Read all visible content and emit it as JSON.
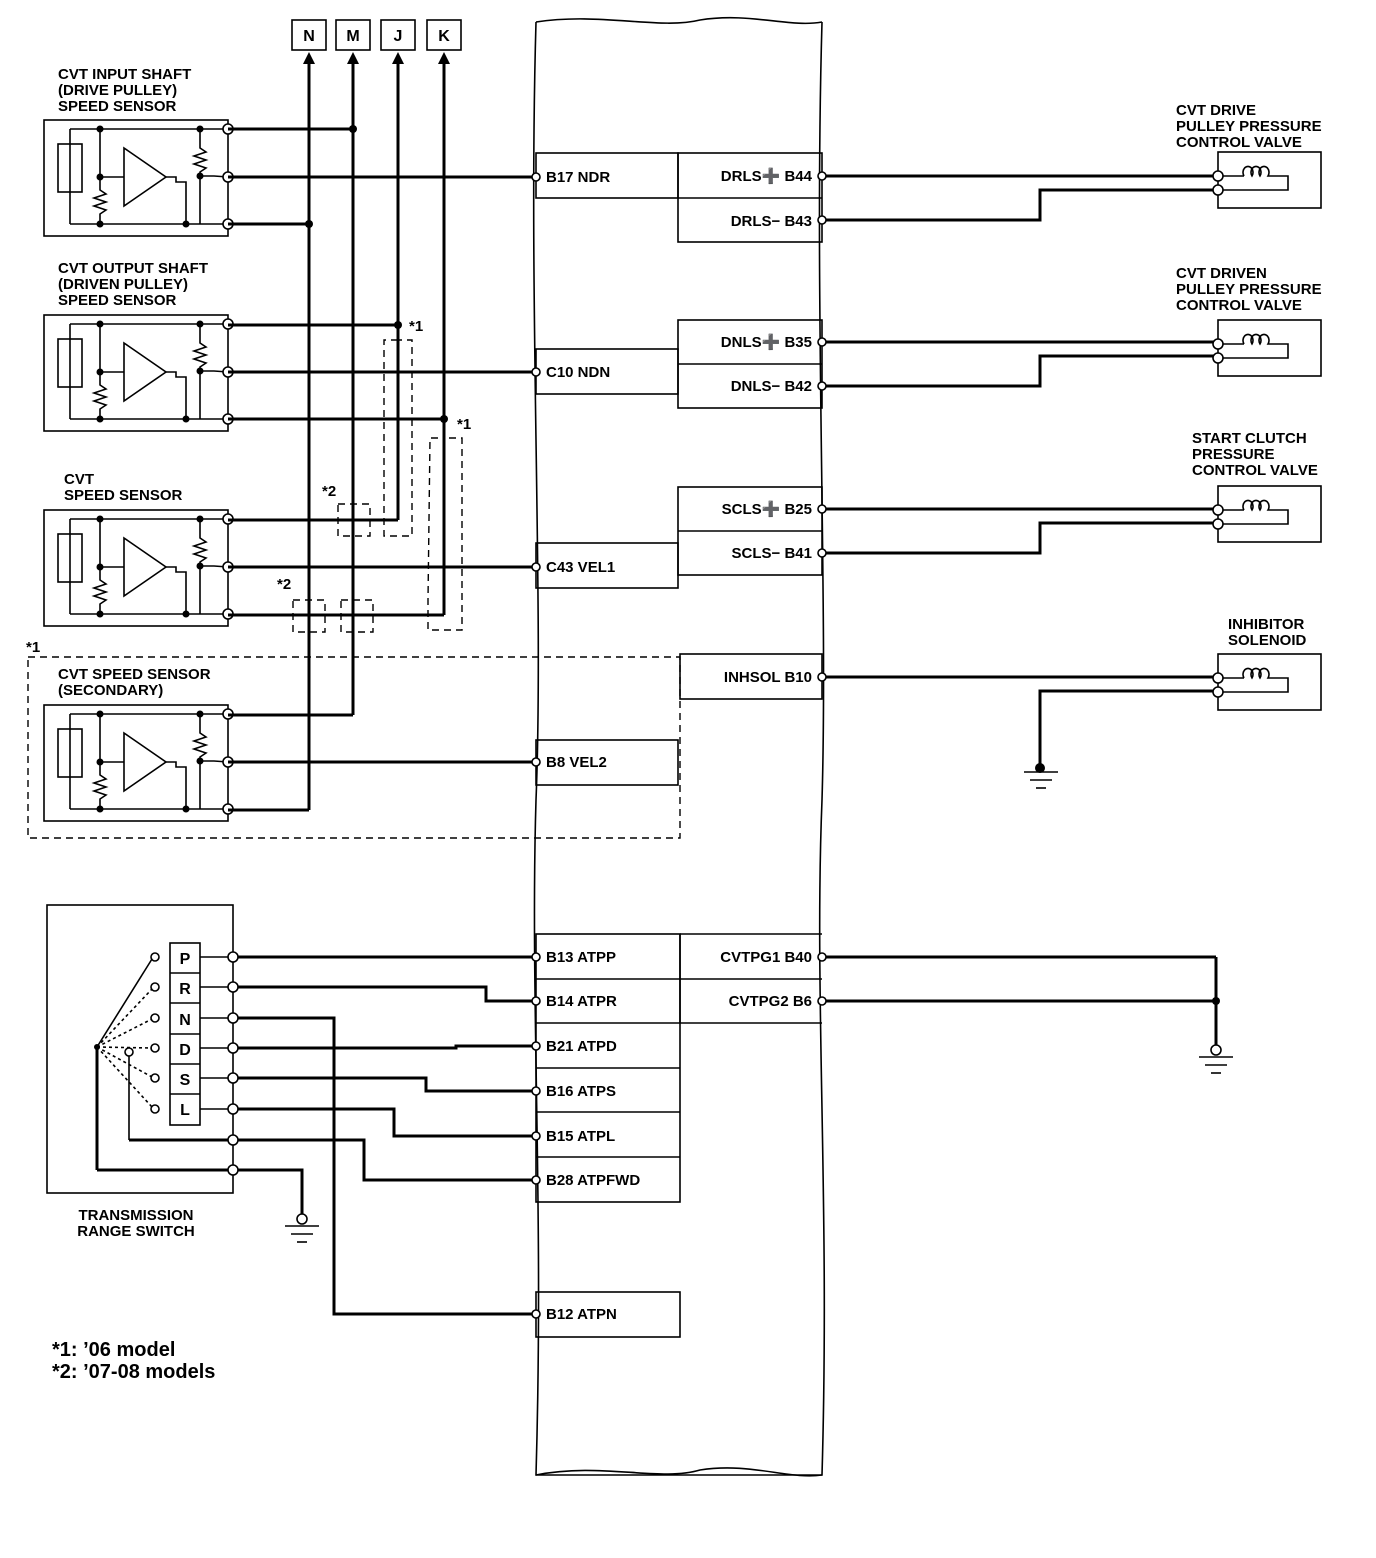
{
  "connectors": [
    {
      "id": "N",
      "label": "N"
    },
    {
      "id": "M",
      "label": "M"
    },
    {
      "id": "J",
      "label": "J"
    },
    {
      "id": "K",
      "label": "K"
    }
  ],
  "sensors": {
    "input_shaft": [
      "CVT INPUT SHAFT",
      "(DRIVE PULLEY)",
      "SPEED SENSOR"
    ],
    "output_shaft": [
      "CVT OUTPUT SHAFT",
      "(DRIVEN PULLEY)",
      "SPEED SENSOR"
    ],
    "speed": [
      "CVT",
      "SPEED SENSOR"
    ],
    "speed_secondary": [
      "CVT SPEED SENSOR",
      "(SECONDARY)"
    ]
  },
  "ecm_left_pins": [
    {
      "id": "ndr",
      "label": "B17 NDR"
    },
    {
      "id": "ndn",
      "label": "C10 NDN"
    },
    {
      "id": "vel1",
      "label": "C43 VEL1"
    },
    {
      "id": "vel2",
      "label": "B8 VEL2"
    },
    {
      "id": "atpp",
      "label": "B13 ATPP"
    },
    {
      "id": "atpr",
      "label": "B14 ATPR"
    },
    {
      "id": "atpd",
      "label": "B21 ATPD"
    },
    {
      "id": "atps",
      "label": "B16 ATPS"
    },
    {
      "id": "atpl",
      "label": "B15 ATPL"
    },
    {
      "id": "atpfwd",
      "label": "B28 ATPFWD"
    },
    {
      "id": "atpn",
      "label": "B12 ATPN"
    }
  ],
  "ecm_right_pins": [
    {
      "id": "drls_p",
      "label": "DRLS➕ B44"
    },
    {
      "id": "drls_m",
      "label": "DRLS− B43"
    },
    {
      "id": "dnls_p",
      "label": "DNLS➕ B35"
    },
    {
      "id": "dnls_m",
      "label": "DNLS− B42"
    },
    {
      "id": "scls_p",
      "label": "SCLS➕ B25"
    },
    {
      "id": "scls_m",
      "label": "SCLS− B41"
    },
    {
      "id": "inhsol",
      "label": "INHSOL B10"
    },
    {
      "id": "cvtpg1",
      "label": "CVTPG1 B40"
    },
    {
      "id": "cvtpg2",
      "label": "CVTPG2 B6"
    }
  ],
  "valves": {
    "drive": [
      "CVT DRIVE",
      "PULLEY PRESSURE",
      "CONTROL VALVE"
    ],
    "driven": [
      "CVT DRIVEN",
      "PULLEY PRESSURE",
      "CONTROL VALVE"
    ],
    "start_clutch": [
      "START CLUTCH",
      "PRESSURE",
      "CONTROL VALVE"
    ],
    "inhibitor": [
      "INHIBITOR",
      "SOLENOID"
    ]
  },
  "range_switch": {
    "positions": [
      "P",
      "R",
      "N",
      "D",
      "S",
      "L"
    ],
    "label": [
      "TRANSMISSION",
      "RANGE SWITCH"
    ]
  },
  "markers": {
    "star1": "*1",
    "star2": "*2"
  },
  "notes": [
    "*1: ’06 model",
    "*2: ’07-08 models"
  ]
}
